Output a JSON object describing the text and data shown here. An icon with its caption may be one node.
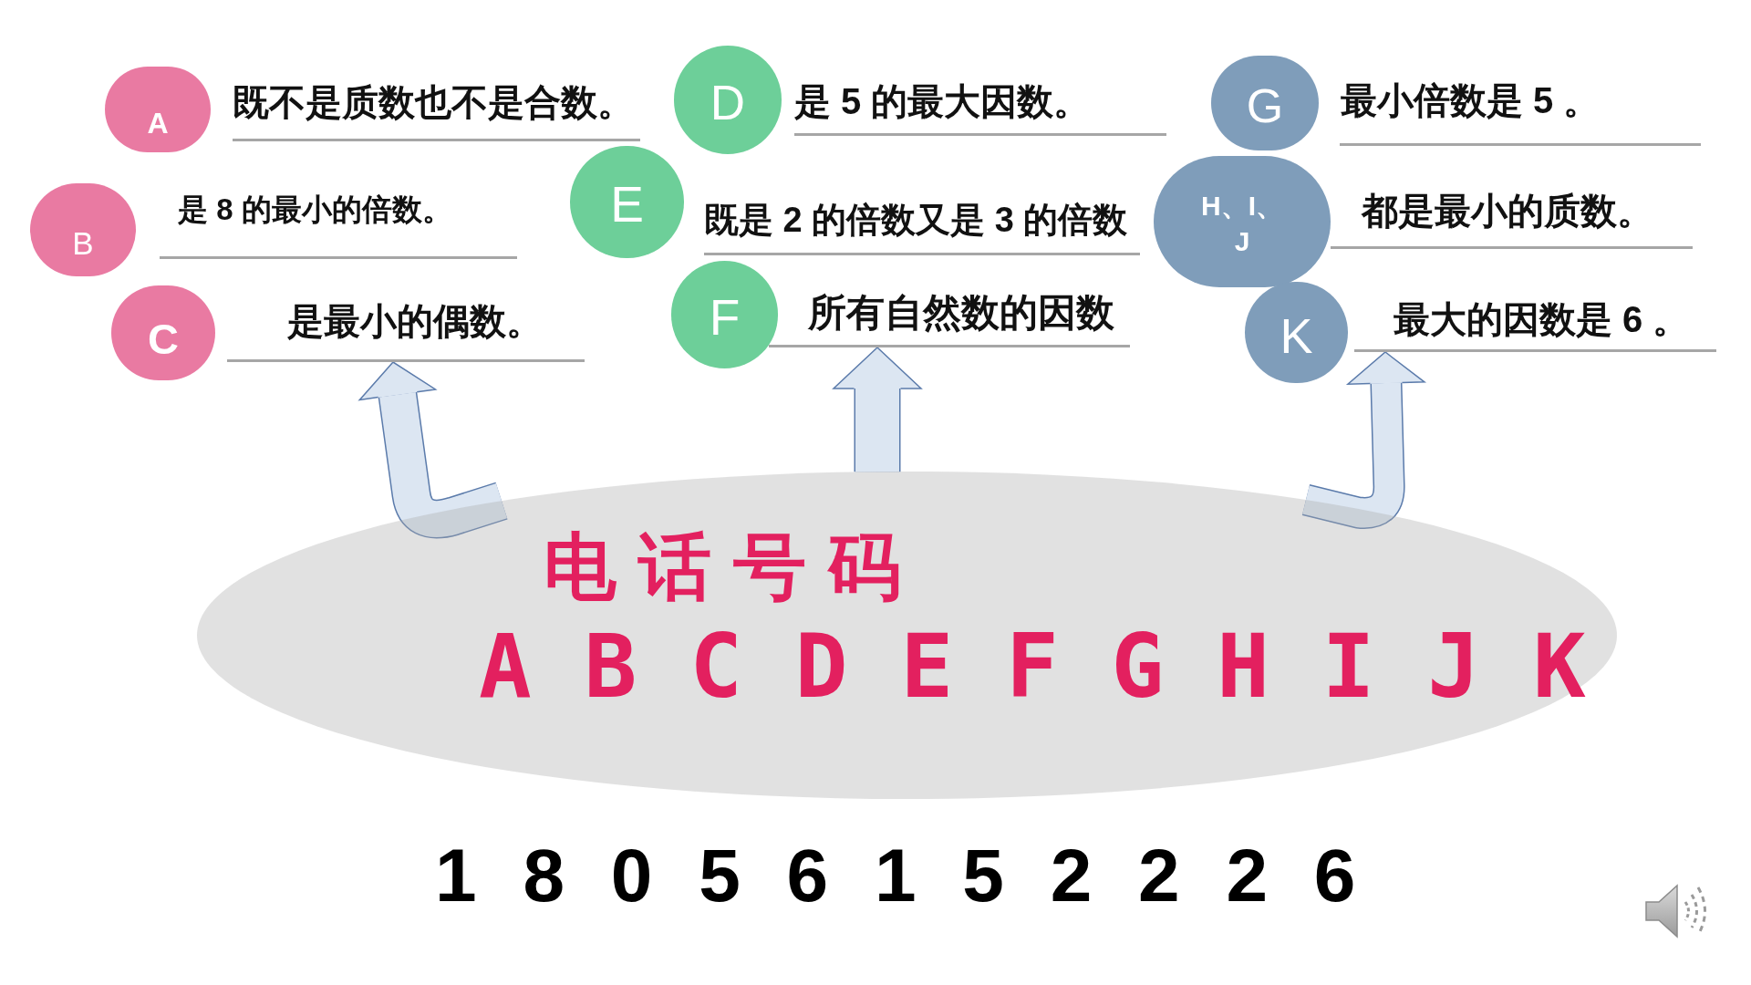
{
  "diagram": {
    "nodes": [
      {
        "text": [
          "A"
        ],
        "beside": [
          "既不是质数也不是合数。"
        ]
      },
      {
        "text": [
          "B"
        ],
        "beside": [
          "是 8 的最小的倍数。"
        ]
      },
      {
        "text": [
          "C"
        ]
      },
      {
        "text": [
          "是最小的偶数。"
        ]
      },
      {
        "text": [
          "D"
        ],
        "beside": [
          "是 5 的最大因数。"
        ]
      },
      {
        "text": [
          "E"
        ],
        "beside": [
          "既是 2 的倍数又是 3 的倍数"
        ]
      },
      {
        "text": [
          "F"
        ]
      },
      {
        "text": [
          "所有自然数的因数"
        ]
      },
      {
        "text": [
          "G"
        ],
        "beside": [
          "最小倍数是 5 。"
        ]
      },
      {
        "text": [
          "H、I、J"
        ],
        "beside": [
          "都是最小的质数。"
        ]
      },
      {
        "text": [
          "K"
        ]
      },
      {
        "text": [
          "最大的因数是 6 。"
        ]
      },
      {
        "text": [
          "电话号码",
          "A B C D E F G H I J K"
        ],
        "beside": [
          "1 8 0 5 6 1 5 2 2 2 6"
        ]
      }
    ],
    "edges": [
      {
        "from": 12,
        "to": 3,
        "arrow": "to"
      },
      {
        "from": 12,
        "to": 7,
        "arrow": "to"
      },
      {
        "from": 12,
        "to": 11,
        "arrow": "to"
      }
    ]
  }
}
